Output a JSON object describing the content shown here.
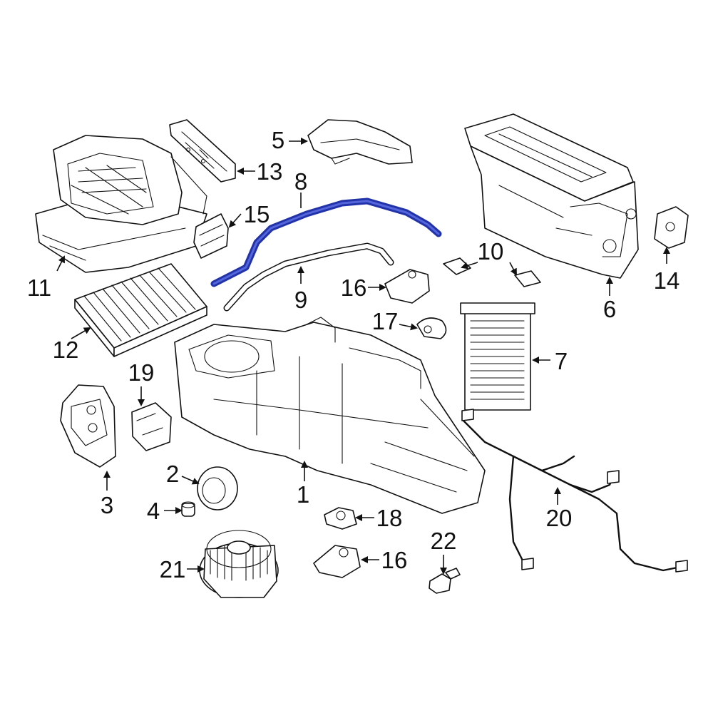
{
  "colors": {
    "line": "#111111",
    "highlight": "#2233aa",
    "background": "#ffffff"
  },
  "callouts": {
    "c1": "1",
    "c2": "2",
    "c3": "3",
    "c4": "4",
    "c5": "5",
    "c6": "6",
    "c7": "7",
    "c8": "8",
    "c9": "9",
    "c10": "10",
    "c11": "11",
    "c12": "12",
    "c13": "13",
    "c14": "14",
    "c15": "15",
    "c16a": "16",
    "c16b": "16",
    "c17": "17",
    "c18": "18",
    "c19": "19",
    "c20": "20",
    "c21": "21",
    "c22": "22"
  },
  "highlighted_part": "8"
}
